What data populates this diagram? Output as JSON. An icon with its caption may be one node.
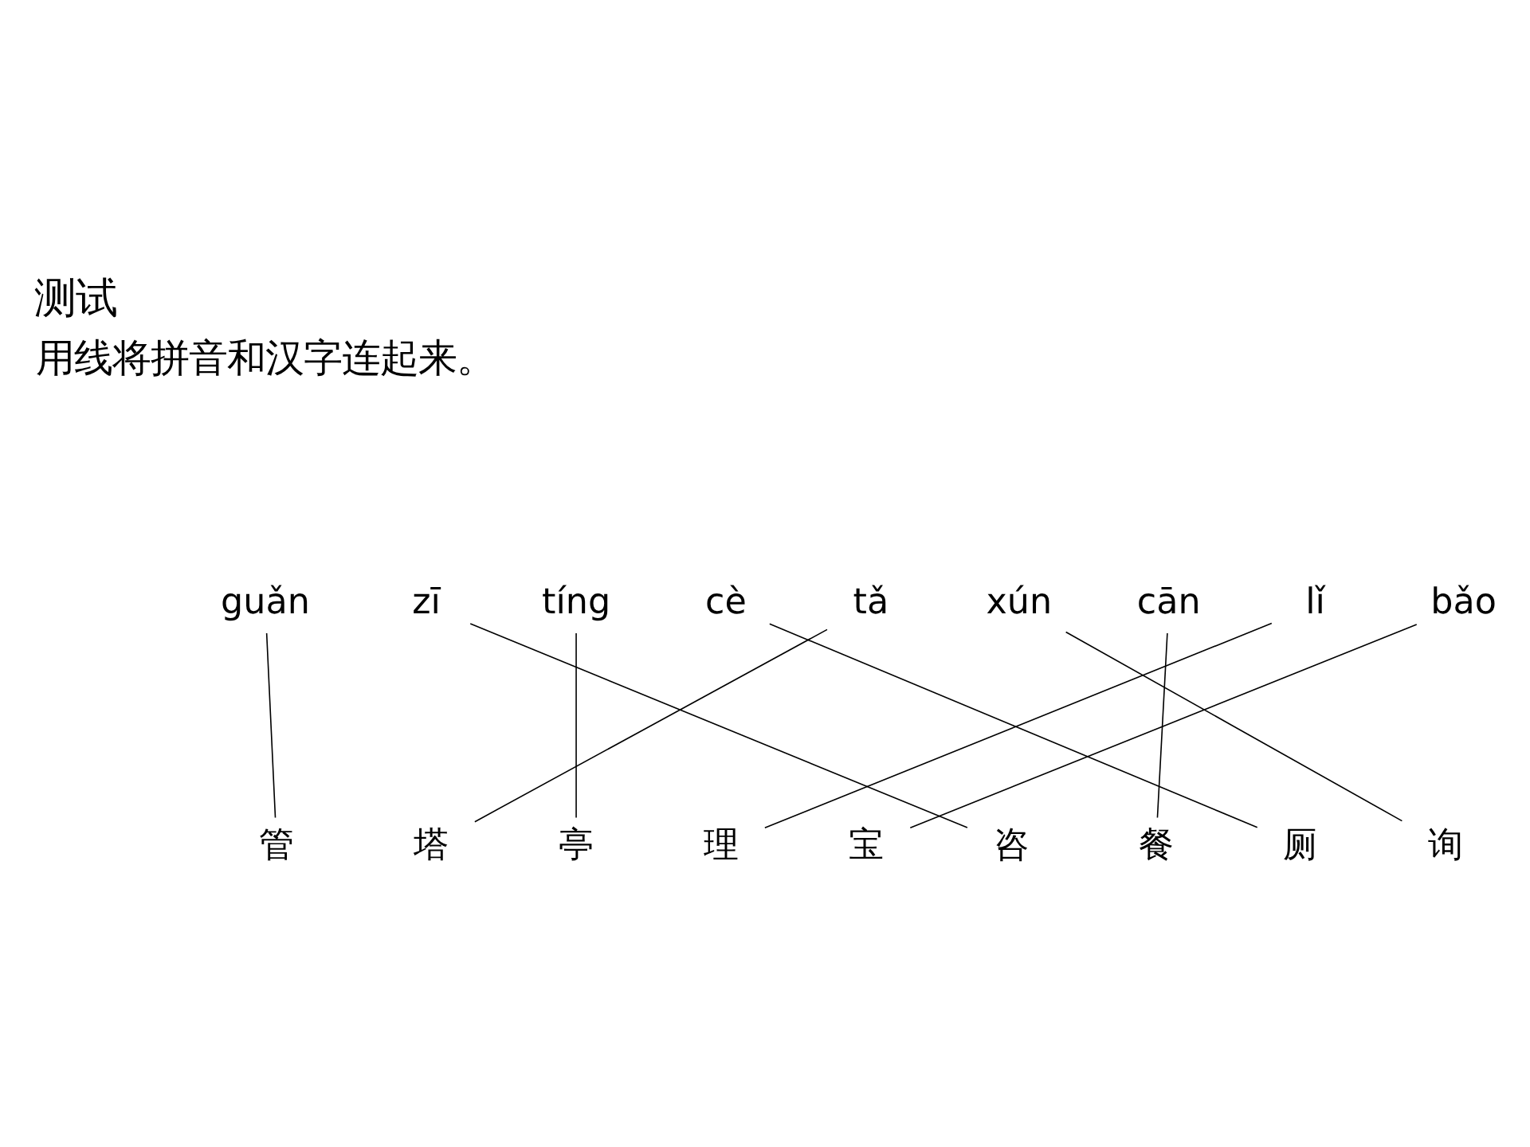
{
  "diagram": {
    "title": "测试",
    "nodes": [
      {
        "text": [
          "guǎn"
        ]
      },
      {
        "text": [
          "zī"
        ]
      },
      {
        "text": [
          "tíng"
        ]
      },
      {
        "text": [
          "cè"
        ]
      },
      {
        "text": [
          "tǎ"
        ]
      },
      {
        "text": [
          "xún"
        ]
      },
      {
        "text": [
          "cān"
        ]
      },
      {
        "text": [
          "lǐ"
        ]
      },
      {
        "text": [
          "bǎo"
        ]
      },
      {
        "text": [
          "管"
        ]
      },
      {
        "text": [
          "塔"
        ]
      },
      {
        "text": [
          "亭"
        ]
      },
      {
        "text": [
          "理"
        ]
      },
      {
        "text": [
          "宝"
        ]
      },
      {
        "text": [
          "咨"
        ]
      },
      {
        "text": [
          "餐"
        ]
      },
      {
        "text": [
          "厕"
        ]
      },
      {
        "text": [
          "询"
        ]
      }
    ],
    "edges": [
      {
        "from": 0,
        "to": 9,
        "arrow": "none"
      },
      {
        "from": 1,
        "to": 14,
        "arrow": "none"
      },
      {
        "from": 2,
        "to": 11,
        "arrow": "none"
      },
      {
        "from": 3,
        "to": 16,
        "arrow": "none"
      },
      {
        "from": 4,
        "to": 10,
        "arrow": "none"
      },
      {
        "from": 5,
        "to": 17,
        "arrow": "none"
      },
      {
        "from": 6,
        "to": 15,
        "arrow": "none"
      },
      {
        "from": 7,
        "to": 12,
        "arrow": "none"
      },
      {
        "from": 8,
        "to": 13,
        "arrow": "none"
      }
    ],
    "labels": [
      "用线将拼音和汉字连起来。"
    ]
  }
}
